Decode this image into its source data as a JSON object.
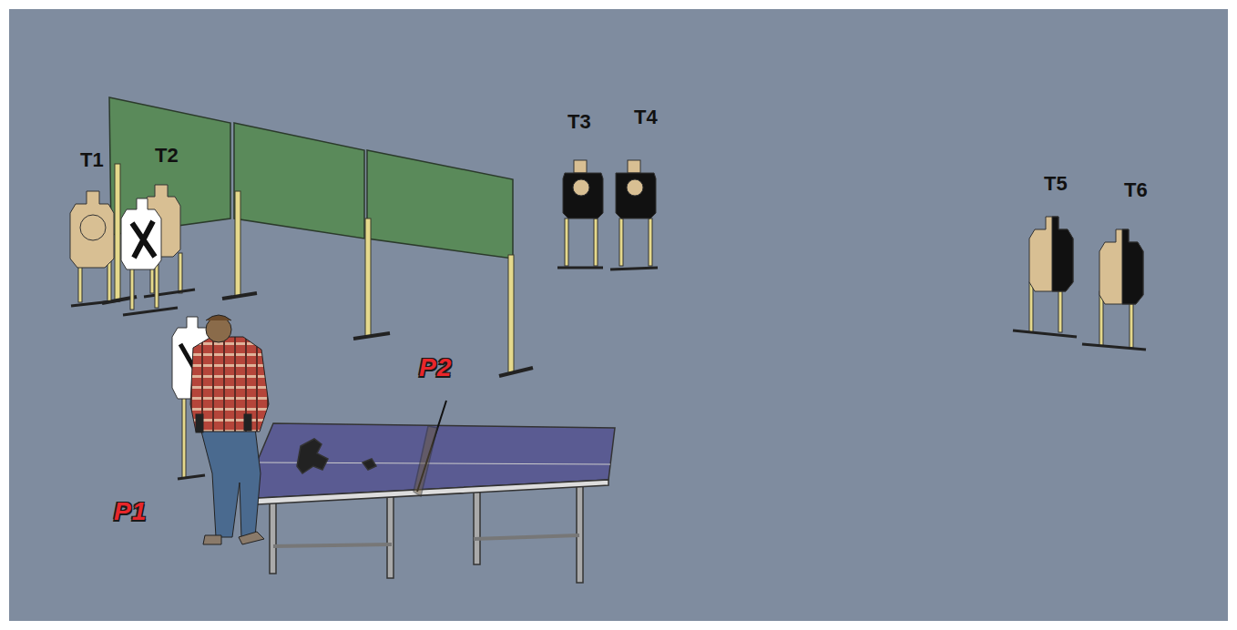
{
  "diagram": {
    "labels": [
      "T1",
      "T2",
      "T3",
      "T4",
      "T5",
      "T6",
      "P2",
      "P1"
    ]
  }
}
